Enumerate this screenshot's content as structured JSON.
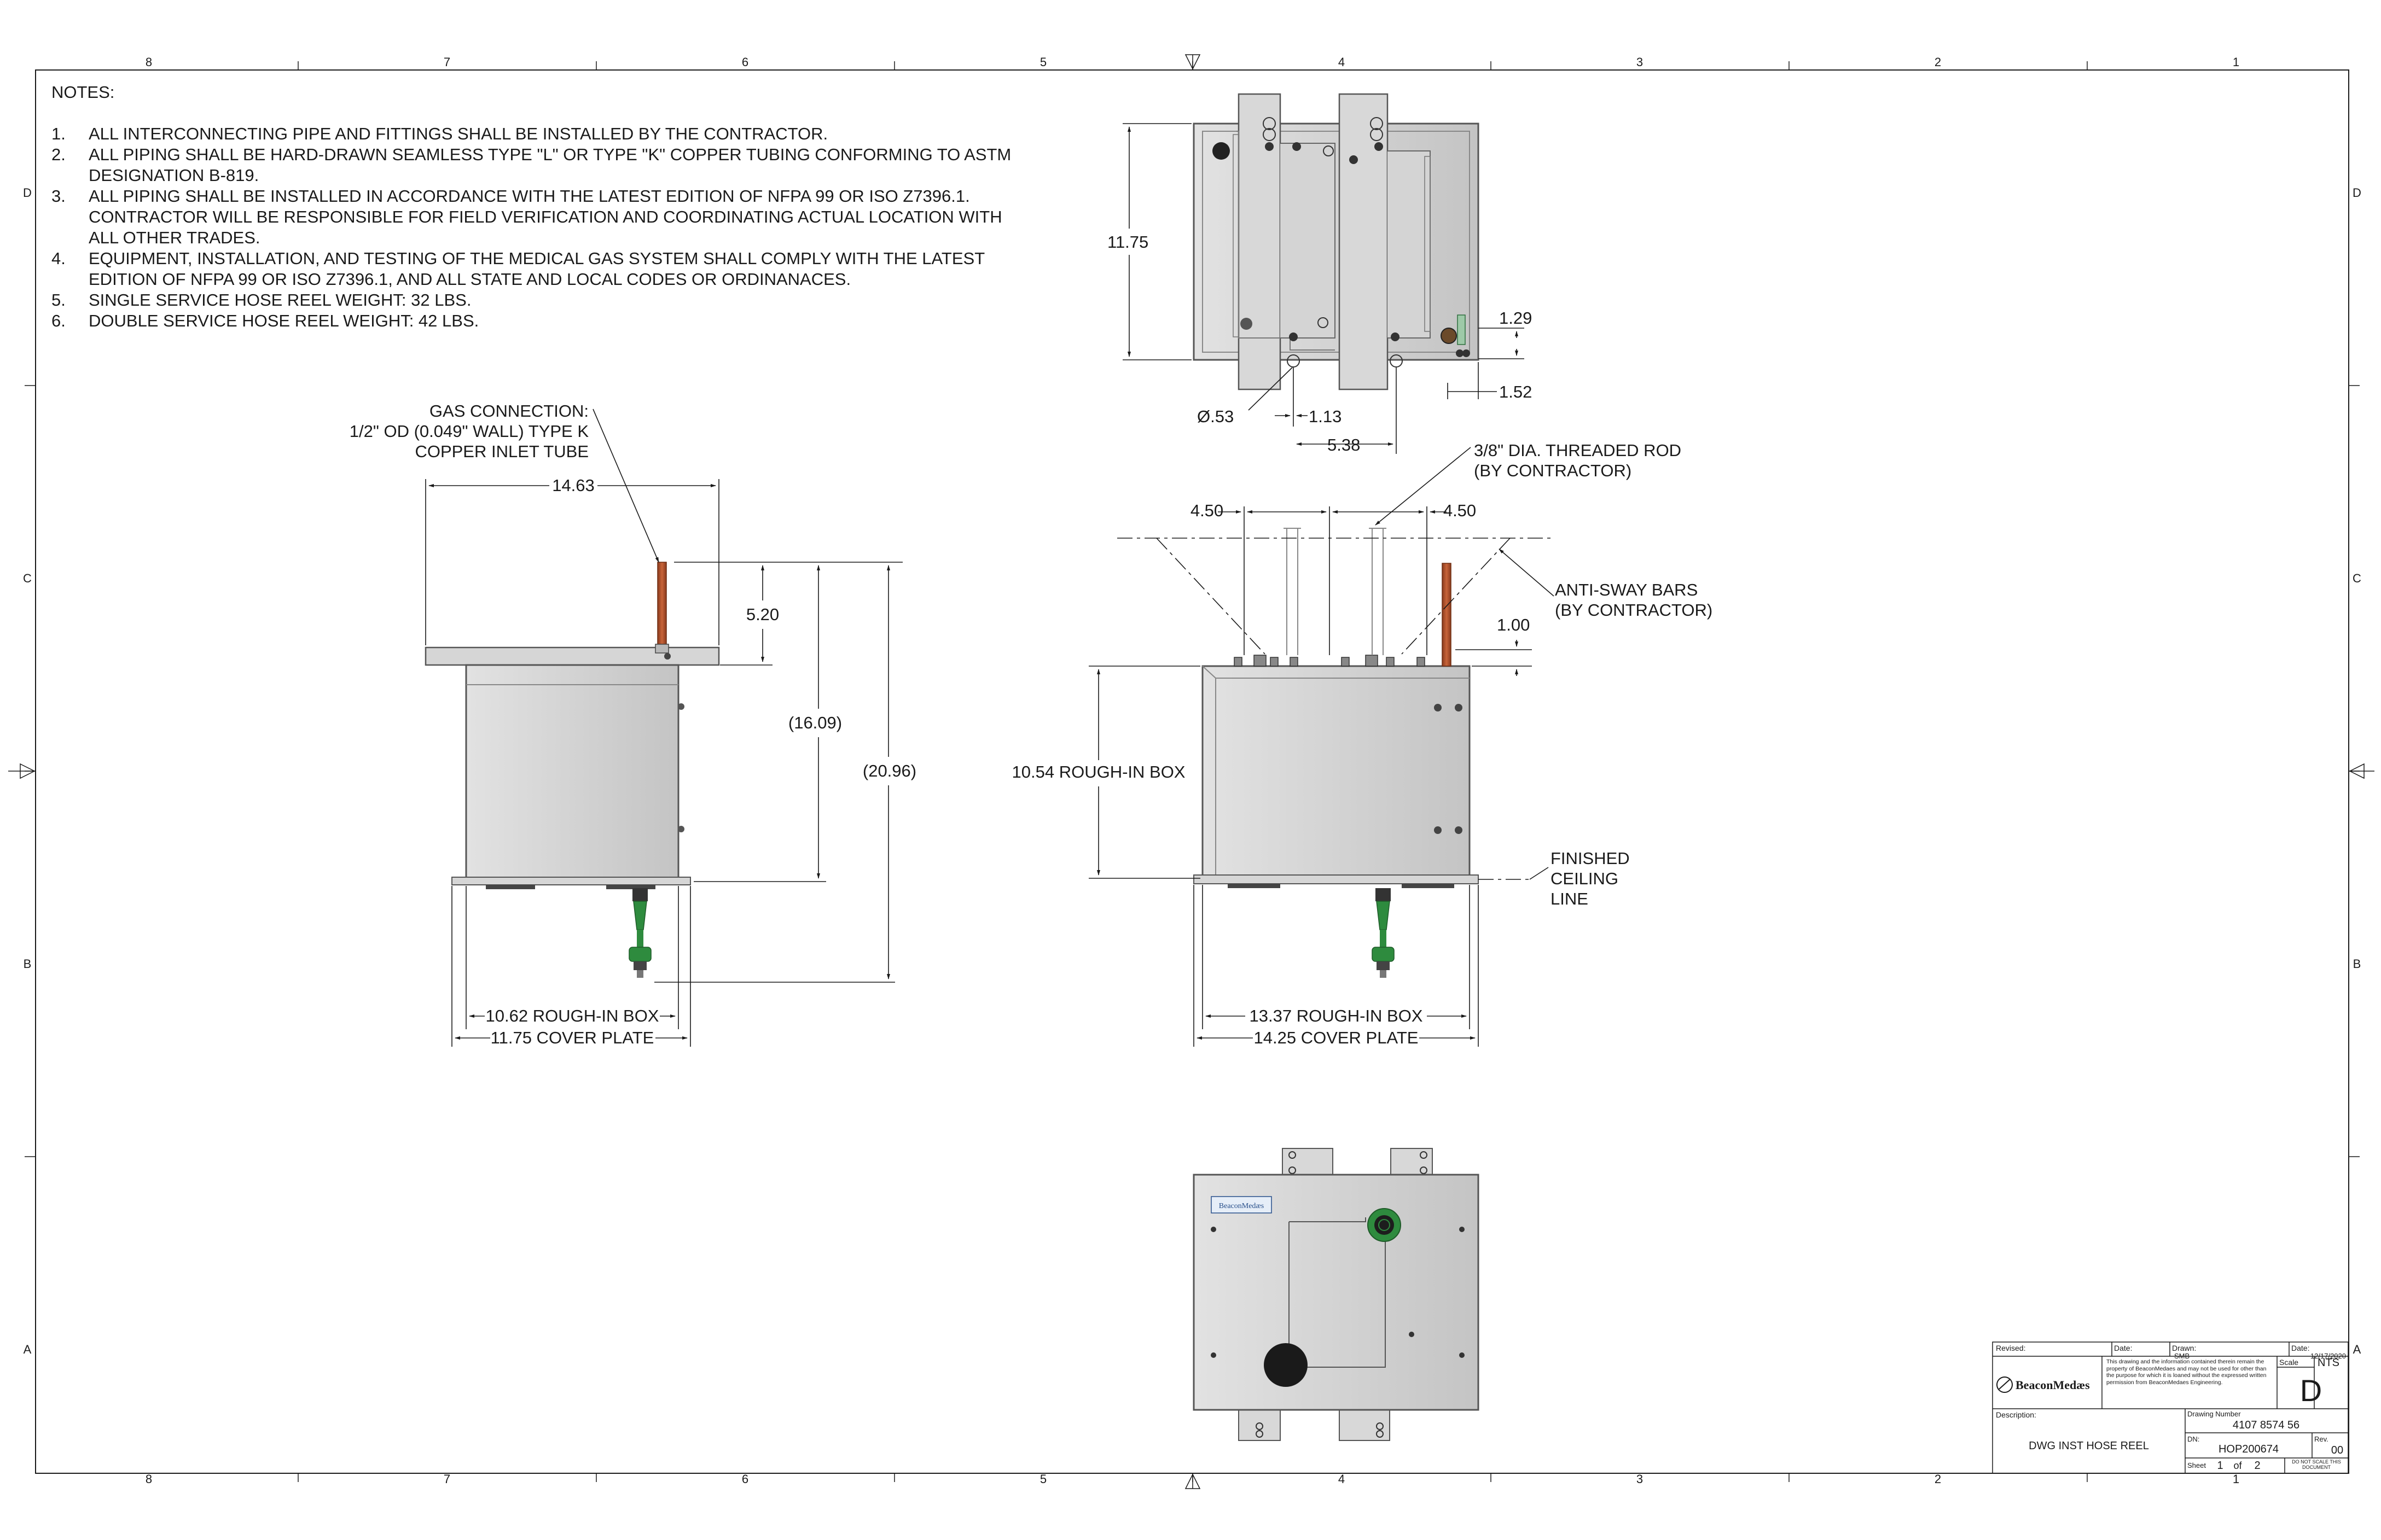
{
  "border": {
    "col_labels": [
      "8",
      "7",
      "6",
      "5",
      "4",
      "3",
      "2",
      "1"
    ],
    "row_labels": [
      "D",
      "C",
      "B",
      "A"
    ]
  },
  "notes": {
    "title": "NOTES:",
    "items": [
      {
        "num": "1.",
        "text": "ALL INTERCONNECTING PIPE AND FITTINGS SHALL BE INSTALLED BY THE CONTRACTOR."
      },
      {
        "num": "2.",
        "text": "ALL PIPING SHALL BE HARD-DRAWN SEAMLESS TYPE \"L\" OR TYPE \"K\" COPPER TUBING CONFORMING TO ASTM\nDESIGNATION B-819."
      },
      {
        "num": "3.",
        "text": "ALL PIPING SHALL BE INSTALLED IN ACCORDANCE WITH THE LATEST EDITION OF NFPA 99 OR ISO Z7396.1.\nCONTRACTOR WILL BE RESPONSIBLE FOR FIELD VERIFICATION AND COORDINATING ACTUAL LOCATION WITH\nALL OTHER TRADES."
      },
      {
        "num": "4.",
        "text": "EQUIPMENT, INSTALLATION, AND TESTING OF THE MEDICAL GAS SYSTEM SHALL COMPLY WITH THE LATEST\nEDITION OF NFPA 99 OR ISO Z7396.1, AND ALL STATE AND LOCAL CODES OR ORDINANACES."
      },
      {
        "num": "5.",
        "text": "SINGLE SERVICE HOSE REEL WEIGHT: 32 LBS."
      },
      {
        "num": "6.",
        "text": "DOUBLE SERVICE HOSE REEL WEIGHT: 42 LBS."
      }
    ]
  },
  "top_view": {
    "dim_height": "11.75",
    "dim_hole": "Ø.53",
    "dim_113": "1.13",
    "dim_538": "5.38",
    "dim_129": "1.29",
    "dim_152": "1.52"
  },
  "side_view": {
    "gas_connection_1": "GAS CONNECTION:",
    "gas_connection_2": "1/2\" OD (0.049\" WALL) TYPE K",
    "gas_connection_3": "COPPER INLET TUBE",
    "dim_1463": "14.63",
    "dim_520": "5.20",
    "dim_1609": "(16.09)",
    "dim_2096": "(20.96)",
    "dim_roughin": "10.62 ROUGH-IN BOX",
    "dim_cover": "11.75 COVER PLATE"
  },
  "front_view": {
    "rod_1": "3/8\" DIA. THREADED ROD",
    "rod_2": "(BY CONTRACTOR)",
    "dim_450_left": "4.50",
    "dim_450_right": "4.50",
    "sway_1": "ANTI-SWAY BARS",
    "sway_2": "(BY CONTRACTOR)",
    "dim_100": "1.00",
    "dim_roughin_height": "10.54 ROUGH-IN BOX",
    "ceiling_1": "FINISHED",
    "ceiling_2": "CEILING",
    "ceiling_3": "LINE",
    "dim_roughin": "13.37 ROUGH-IN BOX",
    "dim_cover": "14.25 COVER PLATE"
  },
  "bottom_view": {
    "logo": "BeaconMedæs"
  },
  "title_block": {
    "revised_label": "Revised:",
    "date_label": "Date:",
    "drawn_label": "Drawn:",
    "drawn_value": "SMB",
    "date2_label": "Date:",
    "date2_value": "12/17/2020",
    "company": "BeaconMedæs",
    "disclaimer": "This drawing and the information contained therein remain the property of BeaconMedaes and may not be used for other than the purpose for which it is loaned without the expressed written permission from BeaconMedaes Engineering.",
    "scale_label": "Scale",
    "scale_value": "NTS",
    "size_value": "D",
    "description_label": "Description:",
    "description_value": "DWG INST HOSE REEL",
    "drawing_number_label": "Drawing Number",
    "drawing_number_value": "4107 8574 56",
    "dn_label": "DN:",
    "dn_value": "HOP200674",
    "rev_label": "Rev.",
    "rev_value": "00",
    "sheet_label": "Sheet",
    "sheet_value": "1",
    "of_label": "of",
    "of_value": "2",
    "noscale": "DO NOT SCALE THIS DOCUMENT"
  },
  "colors": {
    "line": "#1a1a1a",
    "box_fill": "#d2d2d2",
    "box_edge": "#555555",
    "copper": "#b5532a",
    "hose_green": "#2e8b3e"
  }
}
